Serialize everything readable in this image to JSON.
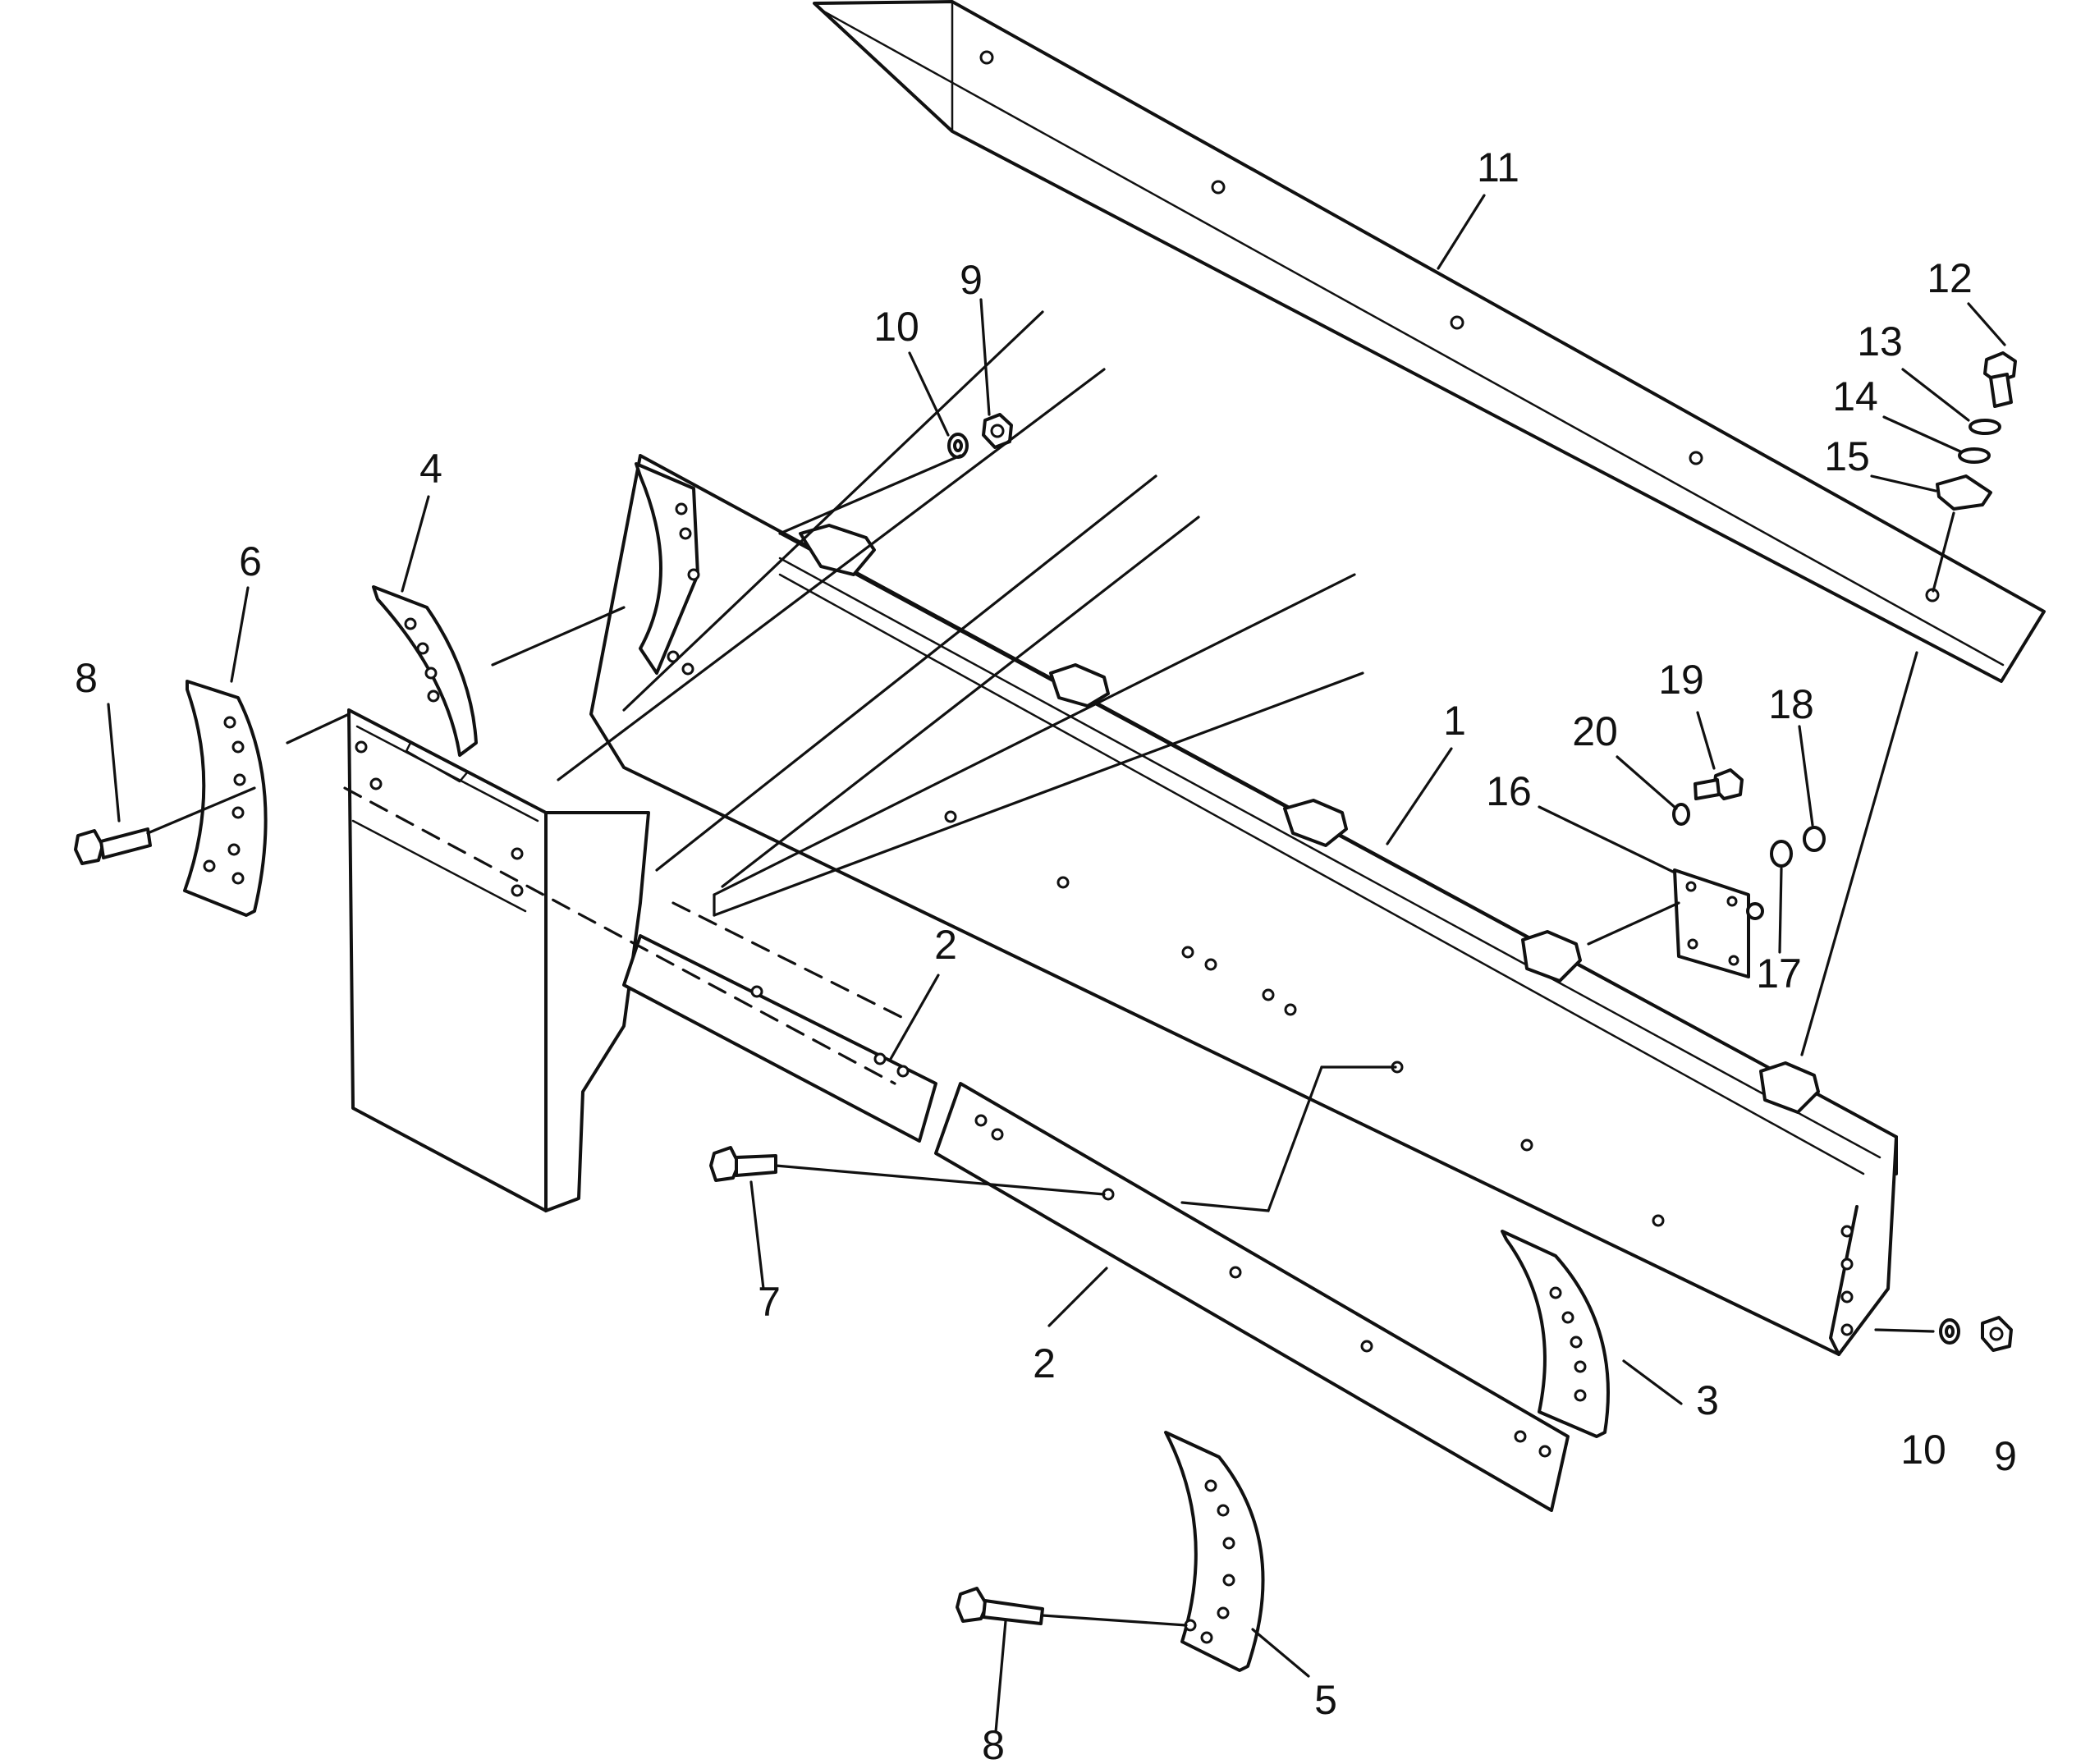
{
  "callouts": [
    {
      "id": "c11",
      "text": "11"
    },
    {
      "id": "c12",
      "text": "12"
    },
    {
      "id": "c13",
      "text": "13"
    },
    {
      "id": "c14",
      "text": "14"
    },
    {
      "id": "c15",
      "text": "15"
    },
    {
      "id": "c9a",
      "text": "9"
    },
    {
      "id": "c10a",
      "text": "10"
    },
    {
      "id": "c4",
      "text": "4"
    },
    {
      "id": "c6",
      "text": "6"
    },
    {
      "id": "c8a",
      "text": "8"
    },
    {
      "id": "c1",
      "text": "1"
    },
    {
      "id": "c19",
      "text": "19"
    },
    {
      "id": "c20",
      "text": "20"
    },
    {
      "id": "c18",
      "text": "18"
    },
    {
      "id": "c16",
      "text": "16"
    },
    {
      "id": "c17",
      "text": "17"
    },
    {
      "id": "c2a",
      "text": "2"
    },
    {
      "id": "c2b",
      "text": "2"
    },
    {
      "id": "c7",
      "text": "7"
    },
    {
      "id": "c3",
      "text": "3"
    },
    {
      "id": "c10b",
      "text": "10"
    },
    {
      "id": "c9b",
      "text": "9"
    },
    {
      "id": "c5",
      "text": "5"
    },
    {
      "id": "c8b",
      "text": "8"
    }
  ]
}
